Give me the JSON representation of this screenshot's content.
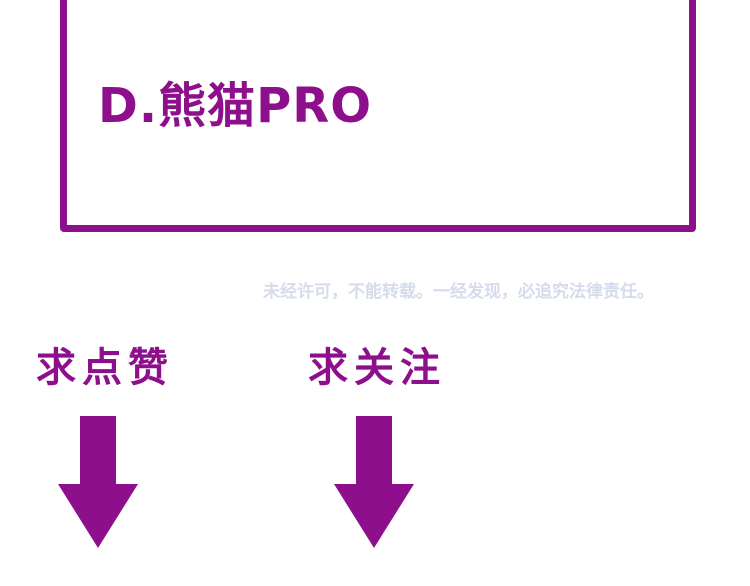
{
  "panel": {
    "option_text": "D.熊猫PRO"
  },
  "watermark": {
    "text": "未经许可，不能转载。一经发现，必追究法律责任。"
  },
  "cta": {
    "like_label": "求点赞",
    "follow_label": "求关注"
  },
  "colors": {
    "accent": "#8e0f8b",
    "watermark": "#d6dcec",
    "background": "#ffffff"
  },
  "icons": {
    "like_arrow": "arrow-down-icon",
    "follow_arrow": "arrow-down-icon"
  }
}
